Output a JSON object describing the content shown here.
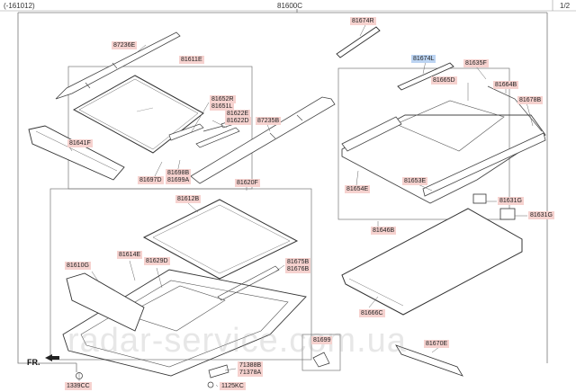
{
  "header": {
    "left": "(-161012)",
    "center": "81600C",
    "right": "1/2"
  },
  "labels": {
    "p81674R": "81674R",
    "p81674L": "81674L",
    "p87236E": "87236E",
    "p81611E": "81611E",
    "p81635F": "81635F",
    "p81665D": "81665D",
    "p81664B": "81664B",
    "p81678B": "81678B",
    "p81652R": "81652R",
    "p81651L": "81651L",
    "p81622E": "81622E",
    "p81622D": "81622D",
    "p87235B": "87235B",
    "p81641F": "81641F",
    "p81698B": "81698B",
    "p81699A": "81699A",
    "p81697D": "81697D",
    "p81653E": "81653E",
    "p81654E": "81654E",
    "p81631G1": "81631G",
    "p81631G2": "81631G",
    "p81646B": "81646B",
    "p81612B": "81612B",
    "p81620F": "81620F",
    "p81614E": "81614E",
    "p81629D": "81629D",
    "p81610G": "81610G",
    "p81675B": "81675B",
    "p81676B": "81676B",
    "p81666C": "81666C",
    "p81699": "81699",
    "p81670E": "81670E",
    "p71388B": "71388B",
    "p71378A": "71378A",
    "p1125KC": "1125KC",
    "p1339CC": "1339CC"
  },
  "direction": "FR.",
  "watermark": "radar-service.com.ua"
}
